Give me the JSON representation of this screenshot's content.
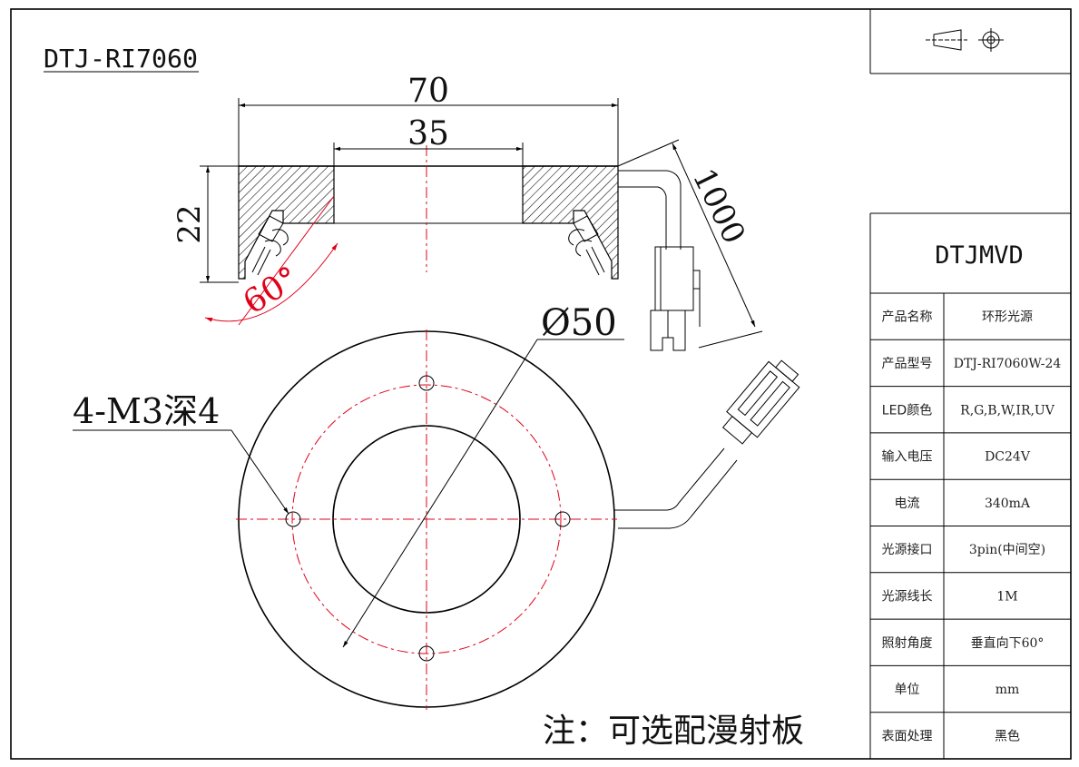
{
  "drawing": {
    "model_title": "DTJ-RI7060",
    "dims": {
      "outer_width": "70",
      "inner_width": "35",
      "height": "22",
      "angle": "60°",
      "cable_length": "1000",
      "diameter": "Ø50",
      "holes": "4-M3深4"
    },
    "note": "注：可选配漫射板"
  },
  "title_block": {
    "brand": "DTJMVD",
    "rows": [
      {
        "label": "产品名称",
        "value": "环形光源"
      },
      {
        "label": "产品型号",
        "value": "DTJ-RI7060W-24"
      },
      {
        "label": "LED颜色",
        "value": "R,G,B,W,IR,UV"
      },
      {
        "label": "输入电压",
        "value": "DC24V"
      },
      {
        "label": "电流",
        "value": "340mA"
      },
      {
        "label": "光源接口",
        "value": "3pin(中间空)"
      },
      {
        "label": "光源线长",
        "value": "1M"
      },
      {
        "label": "照射角度",
        "value": "垂直向下60°"
      },
      {
        "label": "单位",
        "value": "mm"
      },
      {
        "label": "表面处理",
        "value": "黑色"
      }
    ],
    "projection_symbol": "third-angle-projection-icon"
  },
  "colors": {
    "line": "#000000",
    "centerline": "#e0001a",
    "hatch": "#000000",
    "background": "#ffffff"
  }
}
